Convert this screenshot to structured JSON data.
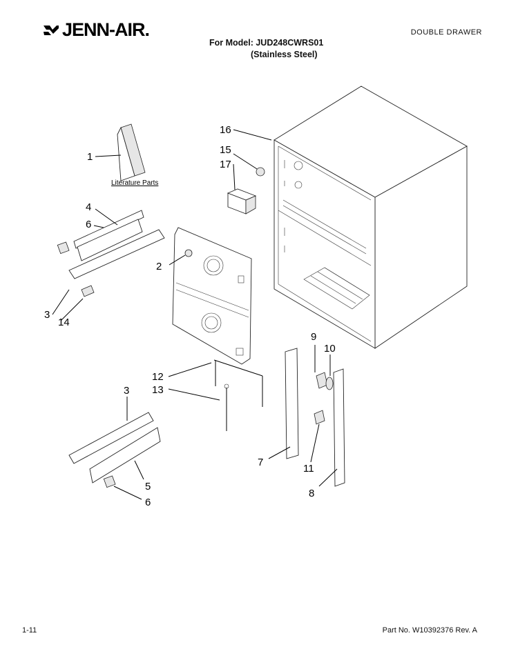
{
  "header": {
    "brand": "JENN-AIR.",
    "section": "DOUBLE DRAWER",
    "model_line": "For Model: JUD248CWRS01",
    "model_variant": "(Stainless Steel)"
  },
  "literature_label": "Literature Parts",
  "callouts": [
    "1",
    "2",
    "3",
    "3",
    "4",
    "5",
    "6",
    "6",
    "7",
    "8",
    "9",
    "10",
    "11",
    "12",
    "13",
    "14",
    "15",
    "16",
    "17"
  ],
  "footer": {
    "page": "1-11",
    "part_no": "Part No. W10392376 Rev. A"
  }
}
